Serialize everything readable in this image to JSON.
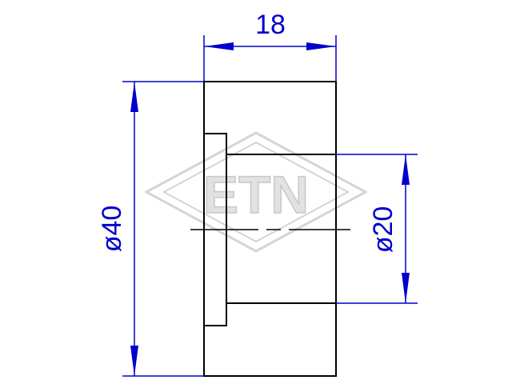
{
  "colors": {
    "outline": "#000000",
    "dimension": "#0000cc",
    "watermark": "#d4d4d4",
    "background": "#ffffff"
  },
  "dimensions": {
    "width": "18",
    "outer_diameter": "ø40",
    "bore_diameter": "ø20"
  },
  "watermark": {
    "text": "ETN"
  }
}
